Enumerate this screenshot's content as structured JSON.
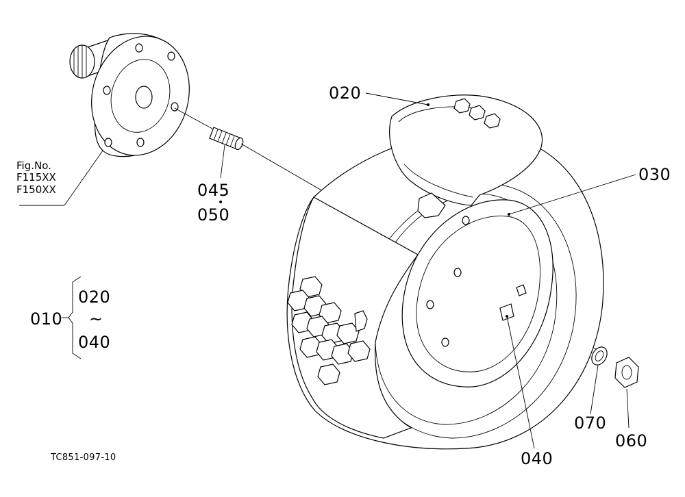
{
  "figure": {
    "label_prefix": "Fig.No.",
    "numbers": [
      "F115XX",
      "F150XX"
    ],
    "drawing_code": "TC851-097-10"
  },
  "parts": {
    "p010": "010",
    "p020": "020",
    "p030": "030",
    "p040": "040",
    "p045": "045",
    "p050": "050",
    "p060": "060",
    "p070": "070"
  },
  "group": {
    "range_start": "020",
    "range_symbol": "~",
    "range_end": "040"
  },
  "colors": {
    "ink": "#000000",
    "paper": "#ffffff"
  }
}
